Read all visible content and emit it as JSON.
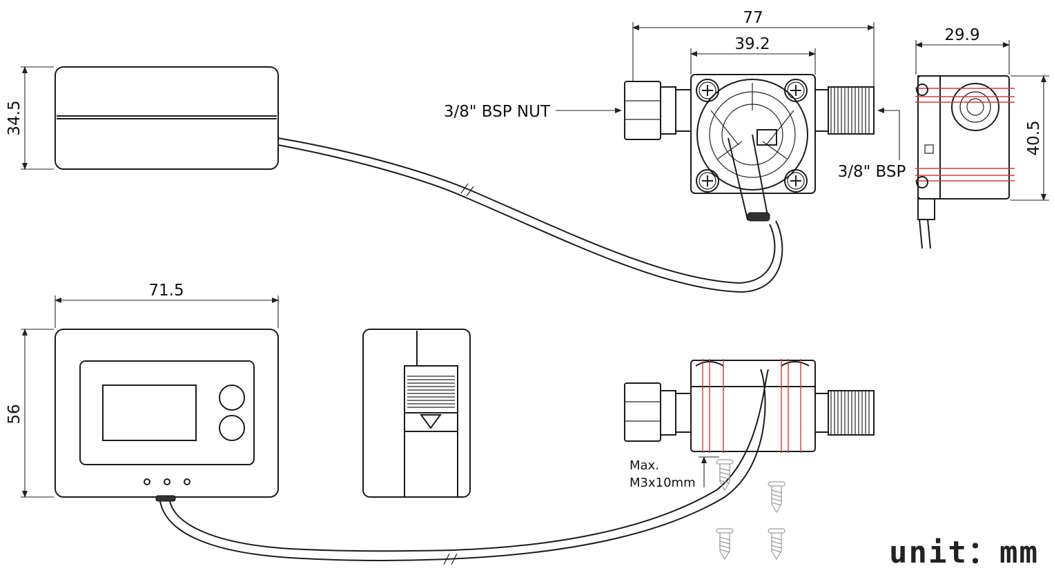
{
  "dimensions": {
    "display_box_height": "34.5",
    "display_front_width": "71.5",
    "display_front_height": "56",
    "sensor_overall_length": "77",
    "sensor_body_length": "39.2",
    "sensor_side_width": "29.9",
    "sensor_side_height": "40.5"
  },
  "callouts": {
    "inlet": "3/8\" BSP NUT",
    "outlet": "3/8\" BSP",
    "screw_max": "Max.",
    "screw_size": "M3x10mm"
  },
  "unit_label": "unit：mm",
  "colors": {
    "line": "#1a1a1a",
    "section_line": "#d43a3a",
    "screw": "#9a9a9a"
  },
  "icons": {
    "screw": "screw-icon",
    "arrow": "arrow-down-icon",
    "mount_screw": "plus-screw-icon"
  }
}
